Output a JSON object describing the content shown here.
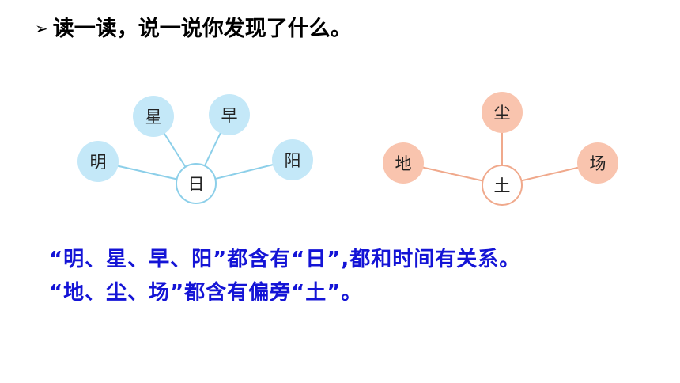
{
  "instruction": {
    "marker": "➢",
    "text": "读一读，说一说你发现了什么。"
  },
  "diagram_ri": {
    "center": "日",
    "leaves": [
      "明",
      "星",
      "早",
      "阳"
    ],
    "colors": {
      "leaf_fill": "#c4e8f8",
      "line": "#8ccfe9",
      "center_fill": "#ffffff"
    }
  },
  "diagram_tu": {
    "center": "土",
    "leaves": [
      "地",
      "尘",
      "场"
    ],
    "colors": {
      "leaf_fill": "#f9c4ae",
      "line": "#f0a98c",
      "center_fill": "#ffffff"
    }
  },
  "explanation": {
    "line1": "“明、星、早、阳”都含有“日”,都和时间有关系。",
    "line2": "“地、尘、场”都含有偏旁“土”。"
  },
  "colors": {
    "explanation_text": "#1414d6"
  }
}
